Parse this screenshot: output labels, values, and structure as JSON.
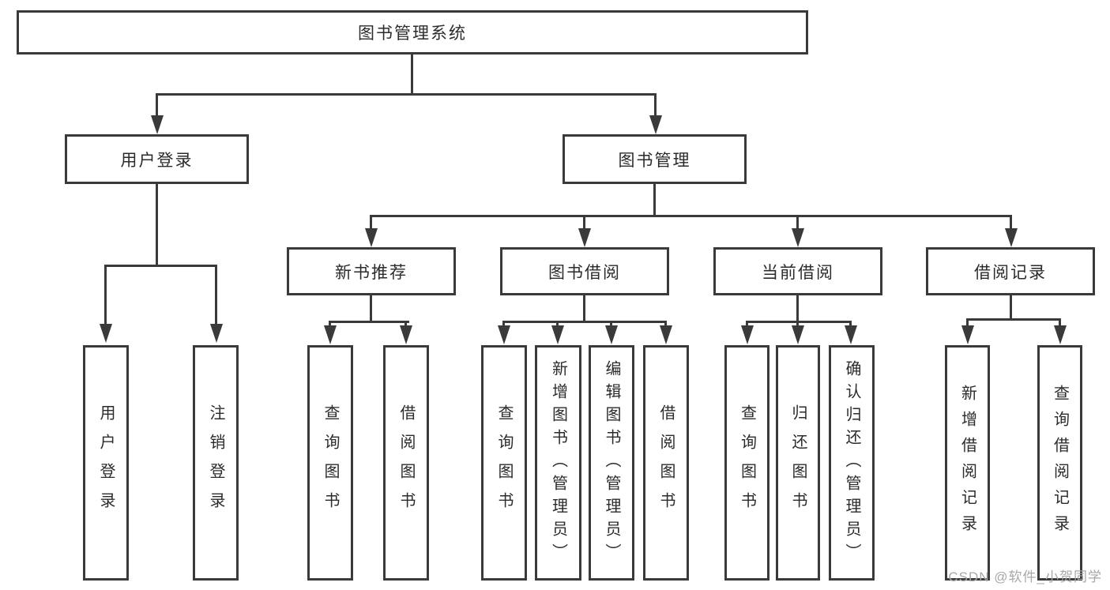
{
  "diagram": {
    "root": "图书管理系统",
    "branches": [
      "用户登录",
      "图书管理"
    ],
    "modules": [
      "新书推荐",
      "图书借阅",
      "当前借阅",
      "借阅记录"
    ],
    "leaves": {
      "user_login": [
        "用户登录",
        "注销登录"
      ],
      "new_book": [
        "查询图书",
        "借阅图书"
      ],
      "book_borrow": [
        "查询图书",
        "新增图书（管理员）",
        "编辑图书（管理员）",
        "借阅图书"
      ],
      "current_borrow": [
        "查询图书",
        "归还图书",
        "确认归还（管理员）"
      ],
      "borrow_record": [
        "新增借阅记录",
        "查询借阅记录"
      ]
    }
  },
  "watermark": "CSDN @软件_小贺同学",
  "colors": {
    "line": "#3a3a3a",
    "text": "#2b2b2b",
    "box_background": "#ffffff",
    "watermark": "#a8a8a8"
  }
}
